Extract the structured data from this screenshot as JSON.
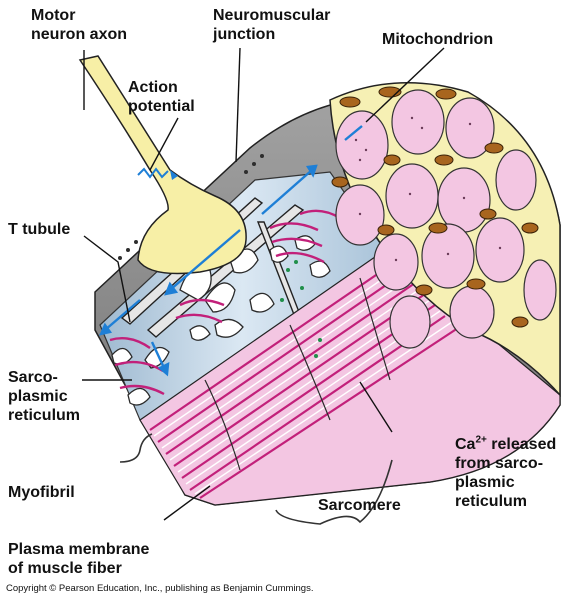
{
  "labels": {
    "motor_neuron_axon": [
      "Motor",
      "neuron axon"
    ],
    "neuromuscular_junction": [
      "Neuromuscular",
      "junction"
    ],
    "mitochondrion": "Mitochondrion",
    "action_potential": [
      "Action",
      "potential"
    ],
    "t_tubule": "T tubule",
    "sarcoplasmic_reticulum": [
      "Sarco-",
      "plasmic",
      "reticulum"
    ],
    "myofibril": "Myofibril",
    "plasma_membrane": [
      "Plasma membrane",
      "of muscle fiber"
    ],
    "sarcomere": "Sarcomere",
    "ca_released": {
      "ion": "Ca",
      "charge": "2+",
      "line1_rest": " released",
      "line2": "from sarco-",
      "line3": "plasmic",
      "line4": "reticulum"
    }
  },
  "copyright": "Copyright © Pearson Education, Inc., publishing as Benjamin Cummings.",
  "colors": {
    "fiber_gray": "#8a8a8a",
    "fiber_cap": "#f6f0b4",
    "axon_yellow": "#f7efa6",
    "myofibril_pink": "#f3c6e2",
    "band_magenta": "#c2207a",
    "sr_lightblue": "#c9dbea",
    "mito_brown": "#a8651e",
    "arrow_blue": "#1e7fd6",
    "ca_green": "#1f8f4a"
  }
}
